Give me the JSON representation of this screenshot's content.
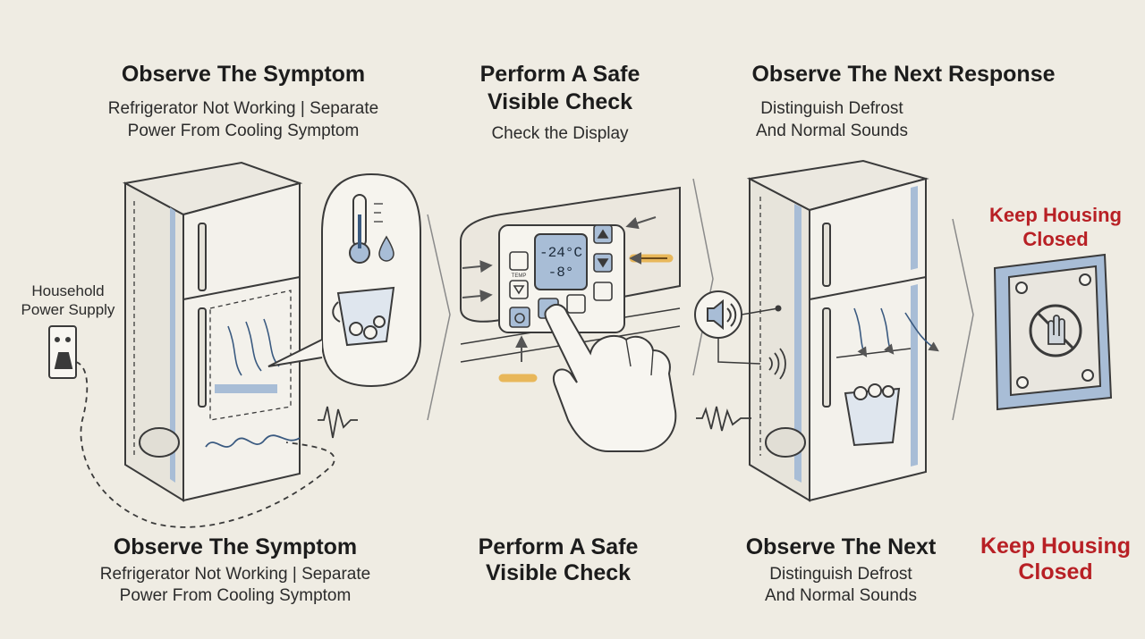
{
  "steps": [
    {
      "title_top": "Observe The Symptom",
      "subtitle_top_1": "Refrigerator Not Working | Separate",
      "subtitle_top_2": "Power From Cooling Symptom",
      "title_bottom": "Observe The Symptom",
      "subtitle_bottom_1": "Refrigerator Not Working | Separate",
      "subtitle_bottom_2": "Power From Cooling Symptom",
      "callout": "Household\nPower Supply"
    },
    {
      "title_top_1": "Perform A Safe",
      "title_top_2": "Visible Check",
      "subtitle_top": "Check the Display",
      "title_bottom_1": "Perform A Safe",
      "title_bottom_2": "Visible Check",
      "display_line_1": "-24°C",
      "display_line_2": "-8°",
      "temp_button": "TEMP"
    },
    {
      "title_top": "Observe The Next Response",
      "subtitle_top_1": "Distinguish Defrost",
      "subtitle_top_2": "And Normal Sounds",
      "title_bottom": "Observe The Next",
      "subtitle_bottom_1": "Distinguish Defrost",
      "subtitle_bottom_2": "And Normal Sounds"
    },
    {
      "title_top": "Keep Housing\nClosed",
      "title_bottom": "Keep Housing\nClosed"
    }
  ],
  "colors": {
    "warning_red": "#b82025",
    "accent_blue": "#a8bdd6",
    "highlight_orange": "#e8b75a"
  }
}
